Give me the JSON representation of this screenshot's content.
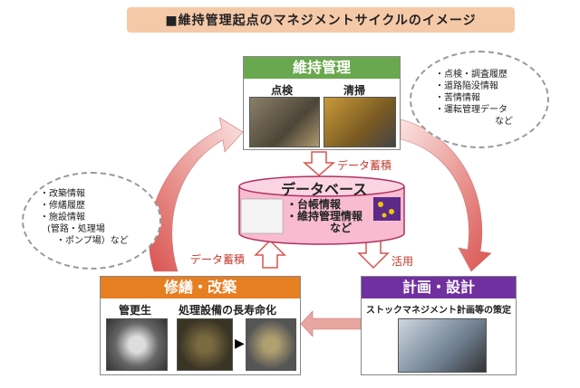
{
  "title": "■維持管理起点のマネジメントサイクルのイメージ",
  "maintenance": {
    "header": "維持管理",
    "sub1": "点検",
    "sub2": "清掃"
  },
  "database": {
    "header": "データベース",
    "items": [
      "・台帳情報",
      "・維持管理情報",
      "など"
    ]
  },
  "repair": {
    "header": "修繕・改築",
    "sub1": "管更生",
    "sub2": "処理設備の長寿命化"
  },
  "planning": {
    "header": "計画・設計",
    "sub": "ストックマネジメント計画等の策定"
  },
  "labels": {
    "store_top": "データ蓄積",
    "store_left": "データ蓄積",
    "use": "活用"
  },
  "cloud_left": [
    "・改築情報",
    "・修繕履歴",
    "・施設情報",
    "(管路・処理場",
    "・ポンプ場）など"
  ],
  "cloud_right": [
    "・点検・調査履歴",
    "・道路陥没情報",
    "・苦情情報",
    "・運転管理データ",
    "など"
  ],
  "colors": {
    "maintenance": "#6aa84f",
    "repair": "#e67e22",
    "planning": "#7030a0",
    "database": "#f8bbd0",
    "arrow": "#c0392b"
  }
}
